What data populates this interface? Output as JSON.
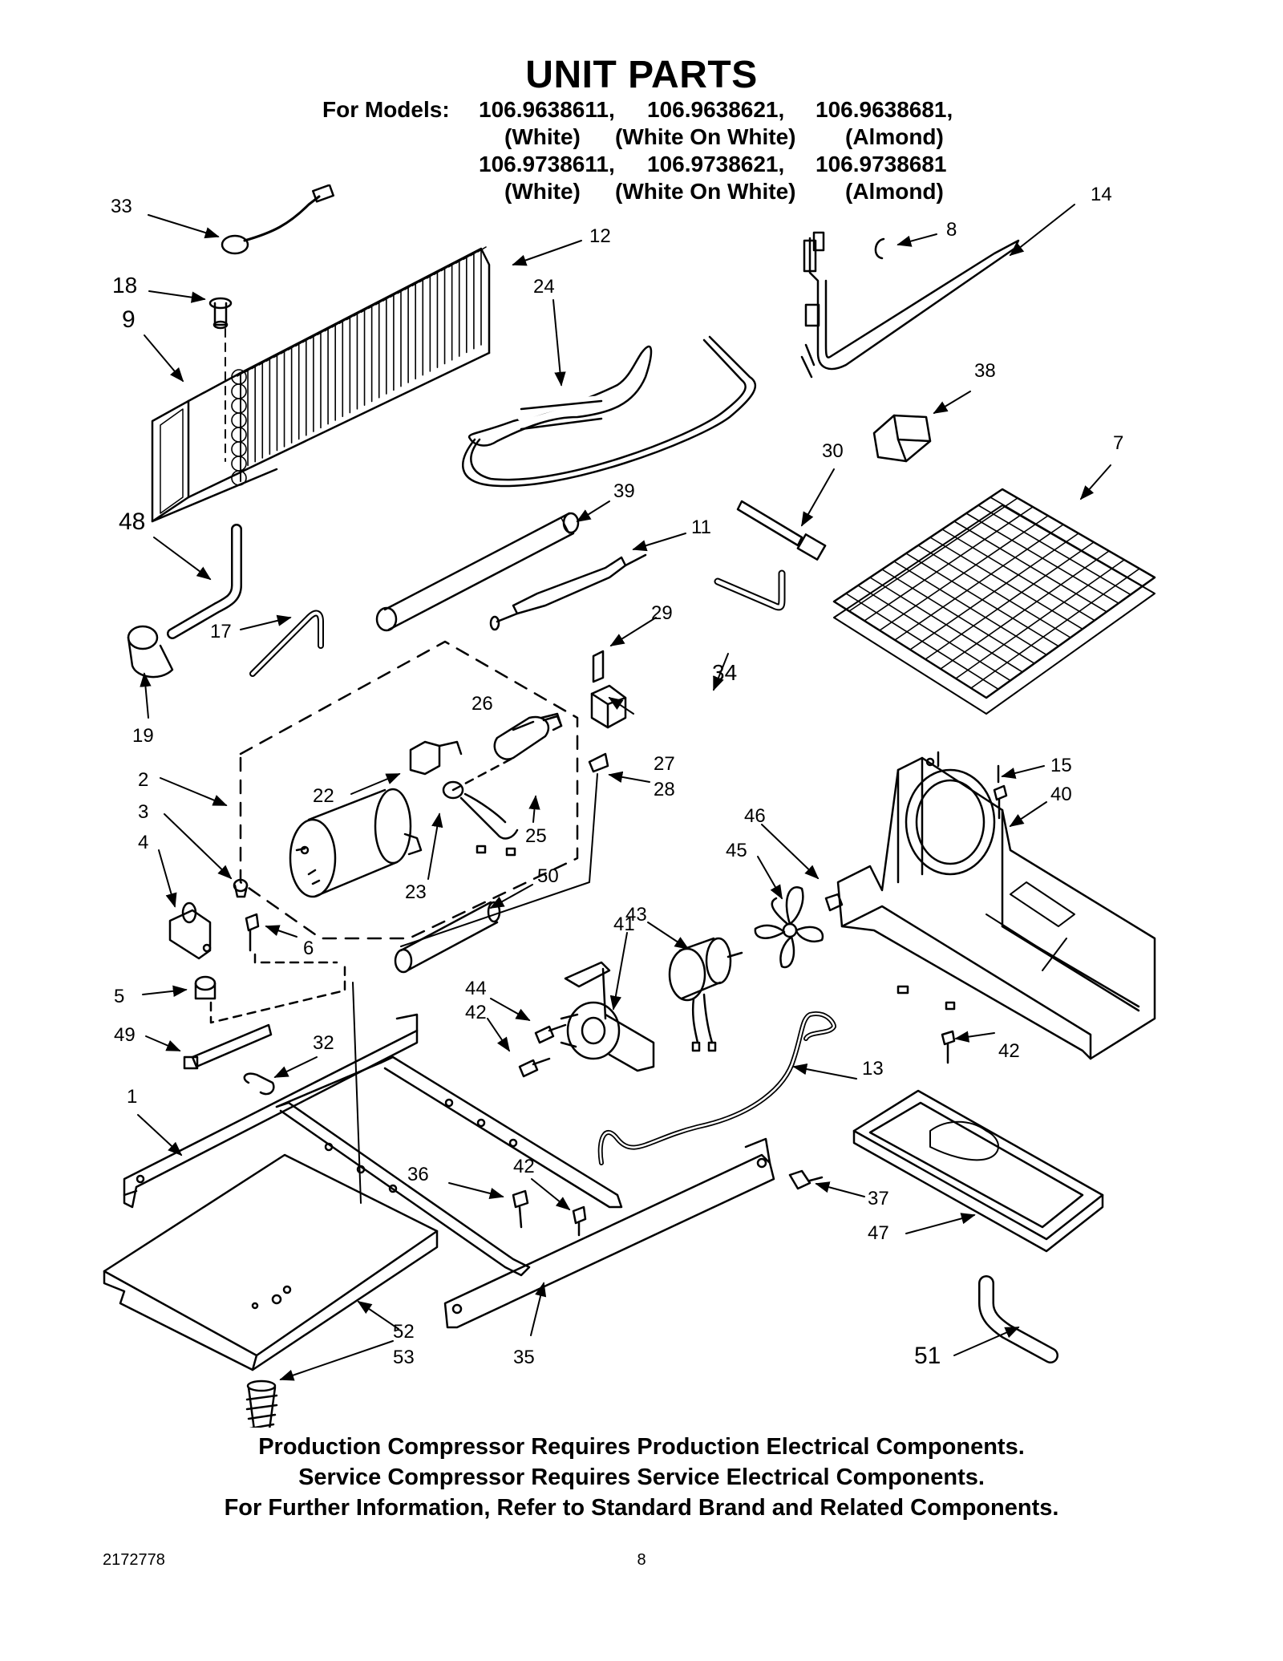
{
  "header": {
    "title": "UNIT PARTS",
    "models_label": "For Models:",
    "model_rows": [
      [
        "106.9638611,",
        "106.9638621,",
        "106.9638681,"
      ],
      [
        "106.9738611,",
        "106.9738621,",
        "106.9738681"
      ]
    ],
    "color_rows": [
      [
        "(White)",
        "(White On White)",
        "(Almond)"
      ],
      [
        "(White)",
        "(White On White)",
        "(Almond)"
      ]
    ]
  },
  "callouts": [
    {
      "id": "c33",
      "text": "33"
    },
    {
      "id": "c18",
      "text": "18"
    },
    {
      "id": "c9",
      "text": "9"
    },
    {
      "id": "c12",
      "text": "12"
    },
    {
      "id": "c24",
      "text": "24"
    },
    {
      "id": "c8",
      "text": "8"
    },
    {
      "id": "c14",
      "text": "14"
    },
    {
      "id": "c38",
      "text": "38"
    },
    {
      "id": "c7",
      "text": "7"
    },
    {
      "id": "c30",
      "text": "30"
    },
    {
      "id": "c48",
      "text": "48"
    },
    {
      "id": "c39",
      "text": "39"
    },
    {
      "id": "c11",
      "text": "11"
    },
    {
      "id": "c17",
      "text": "17"
    },
    {
      "id": "c34",
      "text": "34"
    },
    {
      "id": "c29",
      "text": "29"
    },
    {
      "id": "c19",
      "text": "19"
    },
    {
      "id": "c26",
      "text": "26"
    },
    {
      "id": "c27",
      "text": "27"
    },
    {
      "id": "c2",
      "text": "2"
    },
    {
      "id": "c22",
      "text": "22"
    },
    {
      "id": "c28",
      "text": "28"
    },
    {
      "id": "c15",
      "text": "15"
    },
    {
      "id": "c40",
      "text": "40"
    },
    {
      "id": "c3",
      "text": "3"
    },
    {
      "id": "c4",
      "text": "4"
    },
    {
      "id": "c25",
      "text": "25"
    },
    {
      "id": "c46",
      "text": "46"
    },
    {
      "id": "c45",
      "text": "45"
    },
    {
      "id": "c23",
      "text": "23"
    },
    {
      "id": "c50",
      "text": "50"
    },
    {
      "id": "c43",
      "text": "43"
    },
    {
      "id": "c41",
      "text": "41"
    },
    {
      "id": "c6",
      "text": "6"
    },
    {
      "id": "c5",
      "text": "5"
    },
    {
      "id": "c44",
      "text": "44"
    },
    {
      "id": "c42a",
      "text": "42"
    },
    {
      "id": "c42b",
      "text": "42"
    },
    {
      "id": "c49",
      "text": "49"
    },
    {
      "id": "c32",
      "text": "32"
    },
    {
      "id": "c13",
      "text": "13"
    },
    {
      "id": "c1",
      "text": "1"
    },
    {
      "id": "c36",
      "text": "36"
    },
    {
      "id": "c42c",
      "text": "42"
    },
    {
      "id": "c37",
      "text": "37"
    },
    {
      "id": "c47",
      "text": "47"
    },
    {
      "id": "c52",
      "text": "52"
    },
    {
      "id": "c53",
      "text": "53"
    },
    {
      "id": "c35",
      "text": "35"
    },
    {
      "id": "c51",
      "text": "51"
    }
  ],
  "notes": [
    "Production Compressor Requires Production Electrical Components.",
    "Service Compressor Requires Service Electrical Components.",
    "For Further Information, Refer to Standard Brand and Related Components."
  ],
  "footer": {
    "doc_number": "2172778",
    "page_number": "8"
  }
}
